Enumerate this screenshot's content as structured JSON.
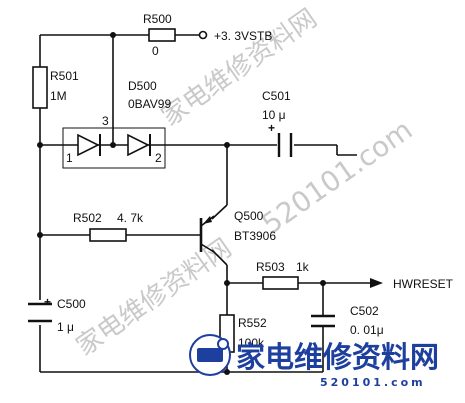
{
  "circuit": {
    "power_rail": "+3. 3VSTB",
    "output_net": "HWRESET",
    "components": {
      "r500": {
        "ref": "R500",
        "value": "0"
      },
      "r501": {
        "ref": "R501",
        "value": "1M"
      },
      "d500": {
        "ref": "D500",
        "value": "0BAV99",
        "pin_left": "1",
        "pin_center": "3",
        "pin_right": "2"
      },
      "c501": {
        "ref": "C501",
        "value": "10 μ",
        "polarity": "+"
      },
      "r502": {
        "ref": "R502",
        "value": "4. 7k"
      },
      "q500": {
        "ref": "Q500",
        "value": "BT3906"
      },
      "r503": {
        "ref": "R503",
        "value": "1k"
      },
      "c500": {
        "ref": "C500",
        "value": "1 μ",
        "polarity": "+"
      },
      "c502": {
        "ref": "C502",
        "value": "0. 01μ"
      },
      "r552": {
        "ref": "R552",
        "value": "100k"
      }
    }
  },
  "watermark": {
    "site_cn": "家电维修资料网",
    "domain": "520101.com"
  },
  "colors": {
    "ink": "#111111",
    "watermark_gray": "#c9c9c9",
    "brand_blue": "#1d3f9e"
  }
}
